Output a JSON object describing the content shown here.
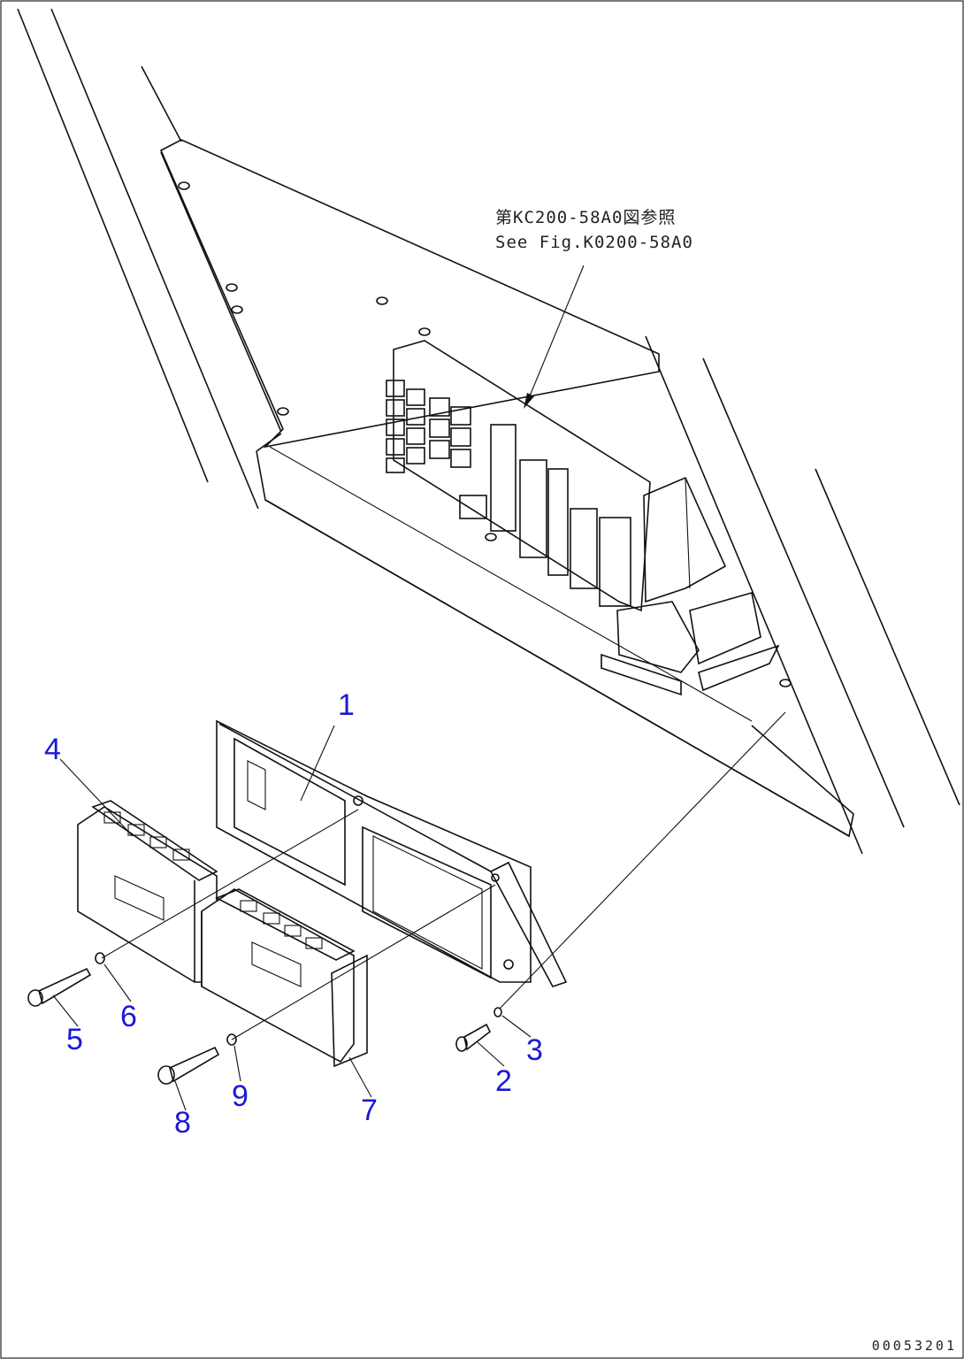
{
  "reference_note": {
    "line1": "第KC200-58A0図参照",
    "line2": "See Fig.K0200-58A0"
  },
  "callouts": [
    "1",
    "2",
    "3",
    "4",
    "5",
    "6",
    "7",
    "8",
    "9"
  ],
  "drawing_code": "00053201",
  "colors": {
    "callout": "#1a1ad6",
    "line": "#111111"
  }
}
